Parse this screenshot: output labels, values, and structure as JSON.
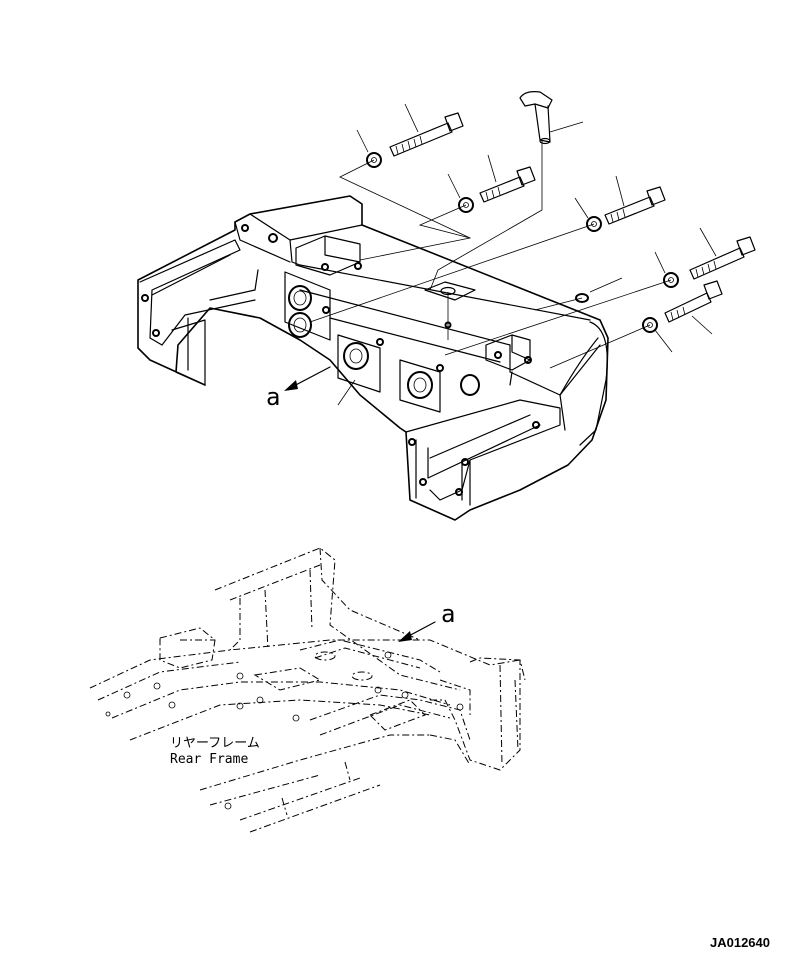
{
  "labels": {
    "view_marker_upper": "a",
    "view_marker_lower": "a",
    "frame_label_jp": "リヤーフレーム",
    "frame_label_en": "Rear Frame",
    "drawing_code": "JA012640"
  }
}
